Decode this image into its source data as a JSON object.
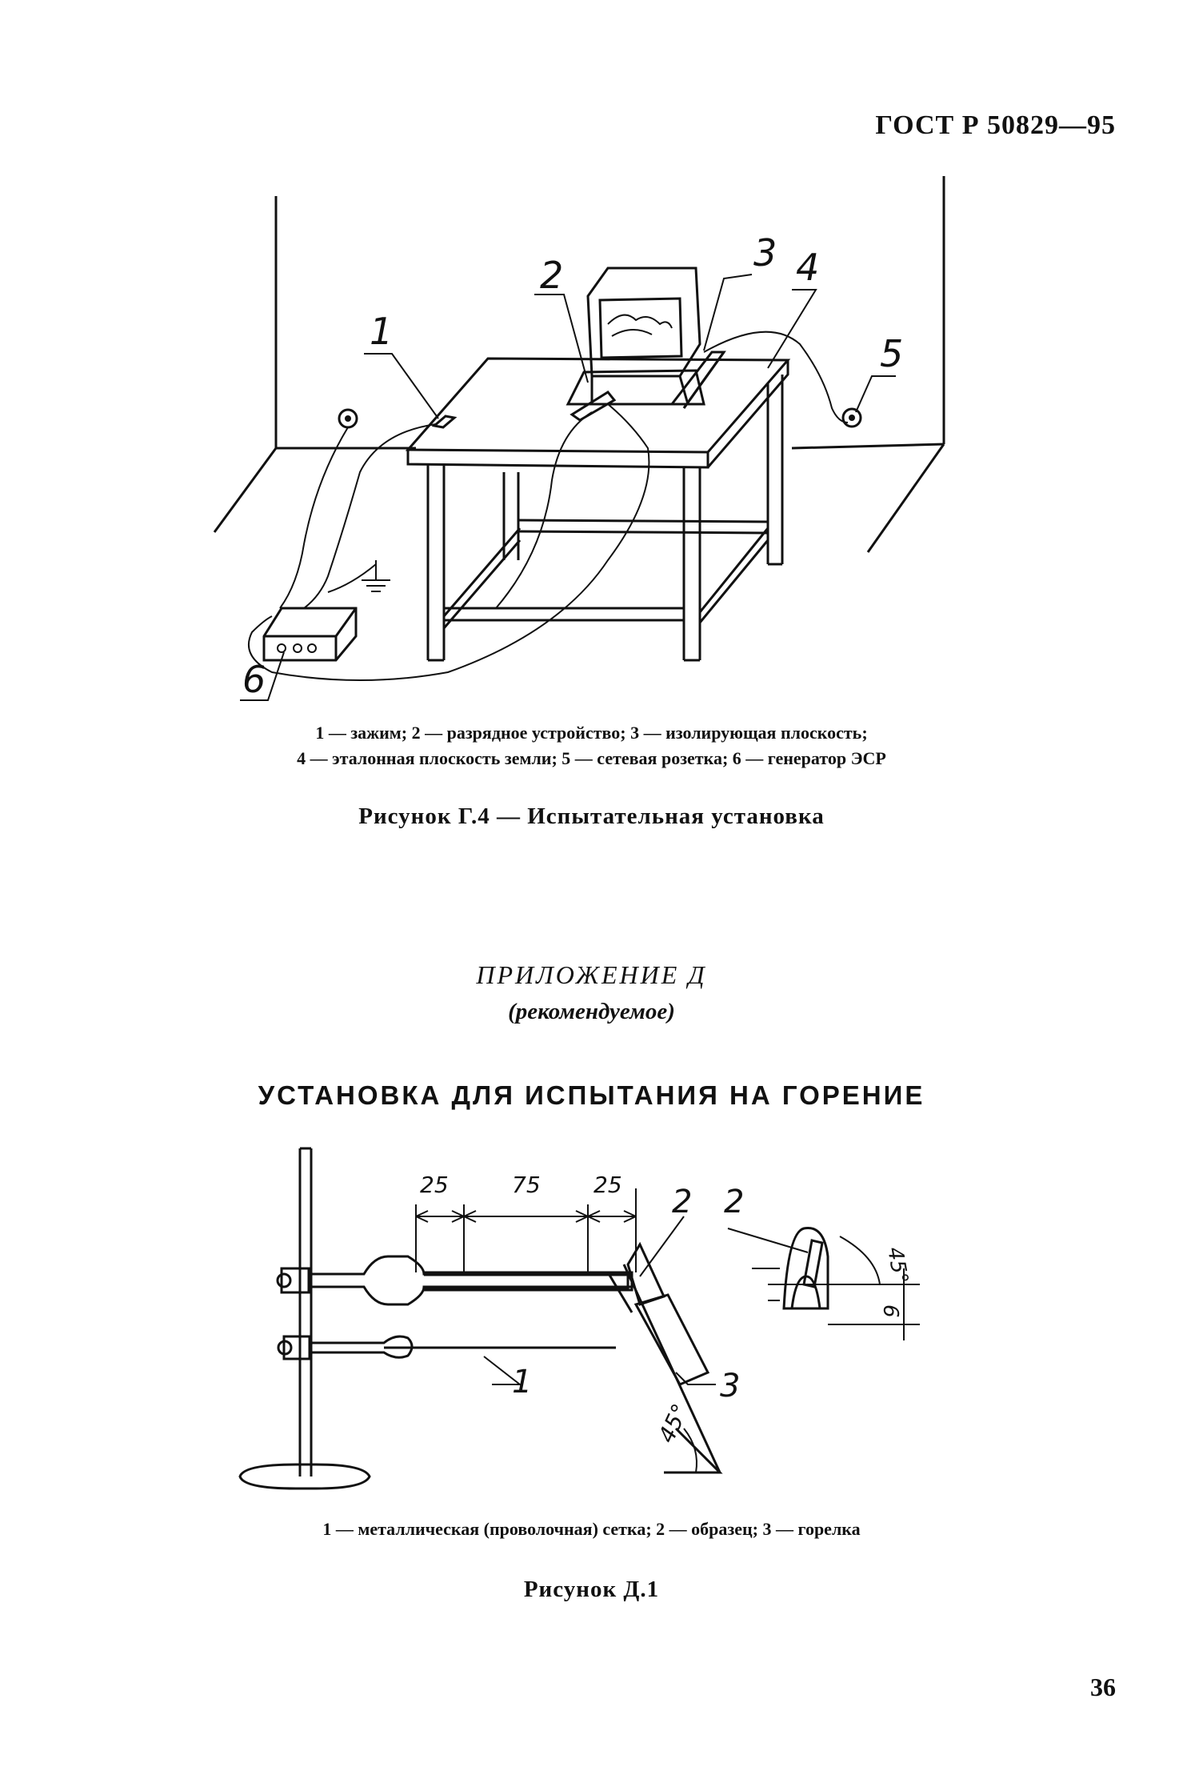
{
  "header": {
    "doc_id": "ГОСТ Р 50829—95"
  },
  "figure_g4": {
    "callouts": {
      "c1": "1",
      "c2": "2",
      "c3": "3",
      "c4": "4",
      "c5": "5",
      "c6": "6"
    },
    "legend_line1": "1 — зажим; 2 — разрядное устройство; 3 — изолирующая плоскость;",
    "legend_line2": "4 — эталонная плоскость земли; 5 — сетевая розетка; 6 — генератор ЭСР",
    "caption": "Рисунок Г.4 — Испытательная установка"
  },
  "appendix": {
    "title": "ПРИЛОЖЕНИЕ Д",
    "subtitle": "(рекомендуемое)",
    "section_title": "УСТАНОВКА ДЛЯ ИСПЫТАНИЯ НА ГОРЕНИЕ"
  },
  "figure_d1": {
    "dims": {
      "d1": "25",
      "d2": "75",
      "d3": "25",
      "angle1": "45°",
      "angle2": "45°",
      "height": "6"
    },
    "callouts": {
      "c1": "1",
      "c2a": "2",
      "c2b": "2",
      "c3": "3"
    },
    "legend": "1 — металлическая (проволочная) сетка; 2 — образец; 3 — горелка",
    "caption": "Рисунок Д.1"
  },
  "page_number": "36"
}
